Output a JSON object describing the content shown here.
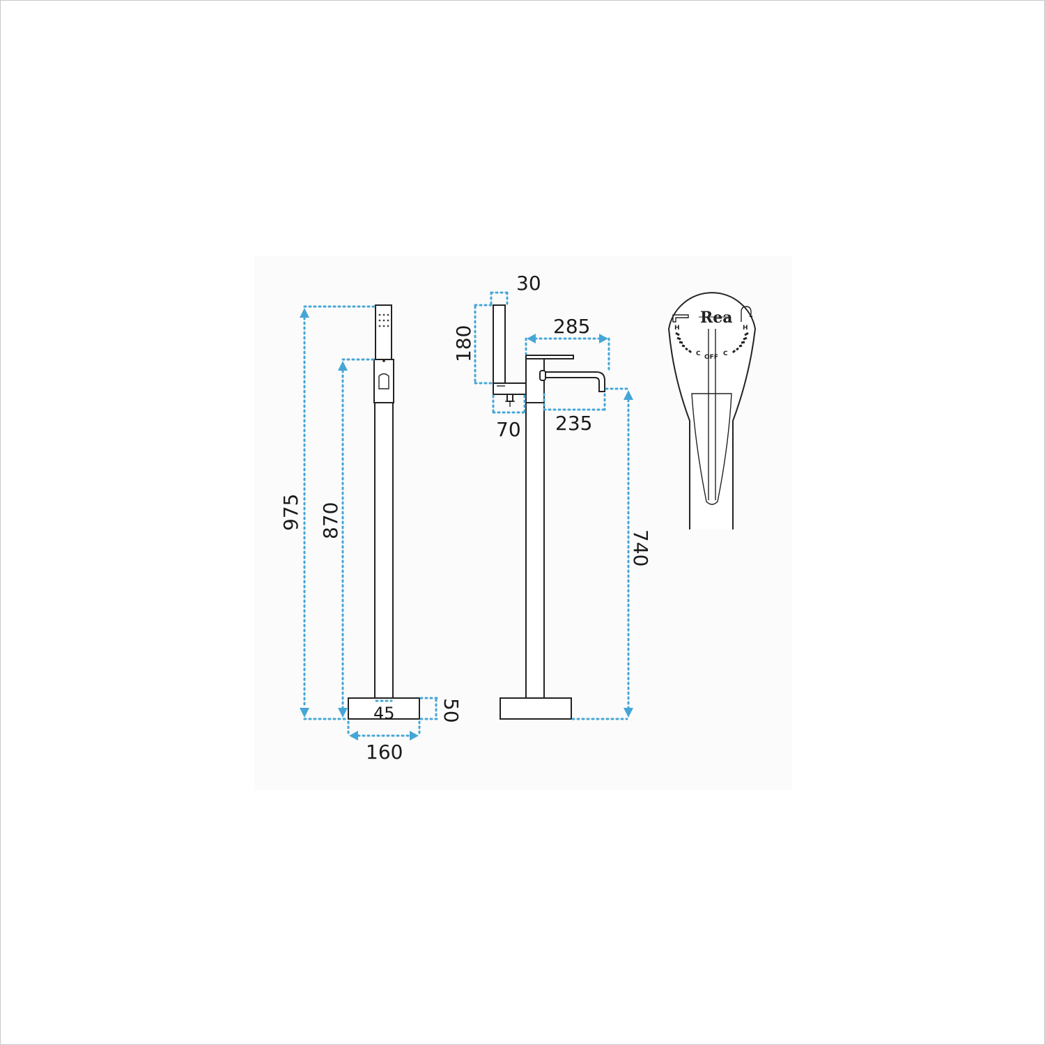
{
  "dimensions": {
    "total_height": "975",
    "outlet_height": "870",
    "base_height": "50",
    "column_width": "45",
    "base_width": "160",
    "handset_width": "30",
    "handset_height": "180",
    "lever_projection": "285",
    "spout_projection": "235",
    "holder_offset": "70",
    "spout_height": "740"
  },
  "dial": {
    "brand": "Rea",
    "off_label": "OFF",
    "hot_left": "H",
    "hot_right": "H",
    "cold_left": "C",
    "cold_right": "C"
  },
  "colors": {
    "dimension_line": "#45a6d6",
    "outline": "#222222"
  }
}
